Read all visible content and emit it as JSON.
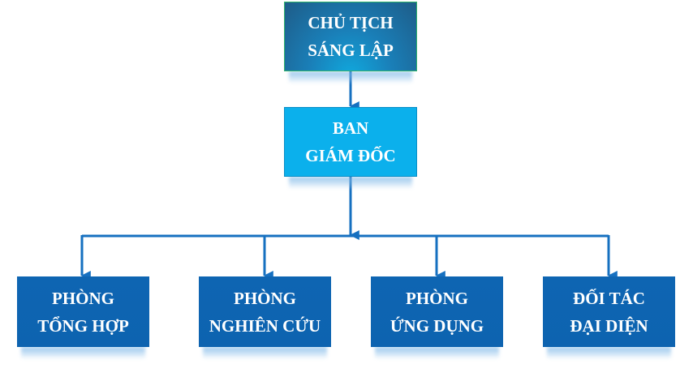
{
  "diagram": {
    "type": "org-chart",
    "colors": {
      "founder_box": "#1a6fa6",
      "board_box": "#0bb0ec",
      "department_box": "#0e65b2",
      "connector": "#1670c0",
      "text": "#ffffff"
    },
    "root": {
      "lines": [
        "CHỦ TỊCH",
        "SÁNG LẬP"
      ]
    },
    "board": {
      "lines": [
        "BAN",
        "GIÁM ĐỐC"
      ]
    },
    "departments": [
      {
        "lines": [
          "PHÒNG",
          "TỔNG HỢP"
        ]
      },
      {
        "lines": [
          "PHÒNG",
          "NGHIÊN CỨU"
        ]
      },
      {
        "lines": [
          "PHÒNG",
          "ỨNG DỤNG"
        ]
      },
      {
        "lines": [
          "ĐỐI TÁC",
          "ĐẠI DIỆN"
        ]
      }
    ]
  }
}
